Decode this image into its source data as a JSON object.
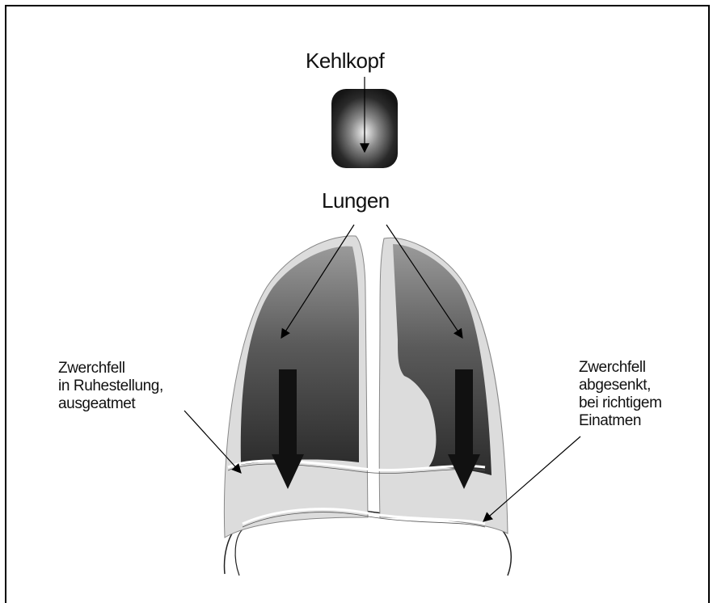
{
  "labels": {
    "larynx": "Kehlkopf",
    "lungs": "Lungen",
    "diaphragm_rest": "Zwerchfell\nin Ruhestellung,\nausgeatmet",
    "diaphragm_lowered": "Zwerchfell\nabgesenkt,\nbei richtigem\nEinatmen"
  },
  "colors": {
    "frame": "#000000",
    "lung_dark": "#3a3a3a",
    "lung_light": "#dcdcdc",
    "larynx_dark": "#151515"
  }
}
